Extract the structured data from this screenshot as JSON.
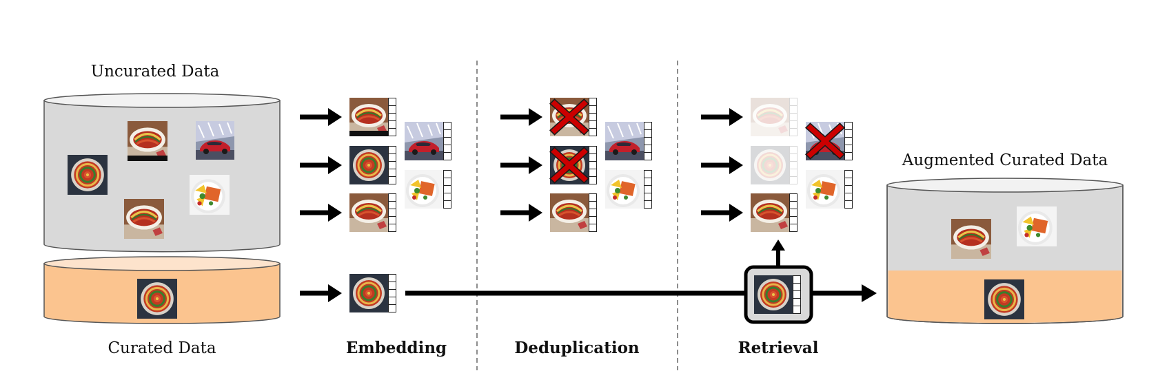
{
  "labels": {
    "uncurated": "Uncurated Data",
    "curated": "Curated Data",
    "augmented": "Augmented Curated Data"
  },
  "stages": {
    "embedding": "Embedding",
    "deduplication": "Deduplication",
    "retrieval": "Retrieval"
  },
  "colors": {
    "uncurated_fill": "#d9d9d9",
    "uncurated_top": "#f2f2f2",
    "curated_fill": "#fbc48f",
    "curated_top": "#fde3cc",
    "arrow": "#000000",
    "reject_cross": "#cc0000"
  },
  "image_kinds": [
    "ratatouille-oval-dish",
    "ratatouille-round-pan",
    "red-sports-car",
    "food-plate"
  ],
  "pipeline": {
    "embedding": {
      "main_column": [
        "ratatouille-oval-dish",
        "ratatouille-round-pan",
        "ratatouille-oval-dish"
      ],
      "side_column": [
        "red-sports-car",
        "food-plate"
      ],
      "curated_row": [
        "ratatouille-round-pan"
      ]
    },
    "deduplication": {
      "removed": [
        "ratatouille-oval-dish",
        "ratatouille-round-pan"
      ],
      "kept": [
        "ratatouille-oval-dish",
        "red-sports-car",
        "food-plate"
      ]
    },
    "retrieval": {
      "removed": [
        "red-sports-car"
      ],
      "retrieved": [
        "ratatouille-oval-dish",
        "food-plate"
      ],
      "query": "ratatouille-round-pan"
    }
  }
}
